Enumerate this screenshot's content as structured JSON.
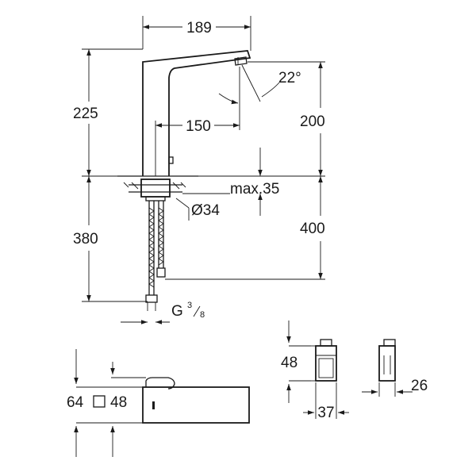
{
  "dimensions": {
    "spout_width": "189",
    "spout_angle": "22°",
    "total_height": "225",
    "spout_reach": "150",
    "outlet_height": "200",
    "max_deck": "max.35",
    "hole_diameter": "Ø34",
    "hose_length_left": "380",
    "hose_length_right": "400",
    "thread_prefix": "G",
    "thread_num": "3",
    "thread_den": "8",
    "sensor_height": "64",
    "sensor_square": "48",
    "box_height": "48",
    "box_depth": "37",
    "box_width": "26"
  }
}
